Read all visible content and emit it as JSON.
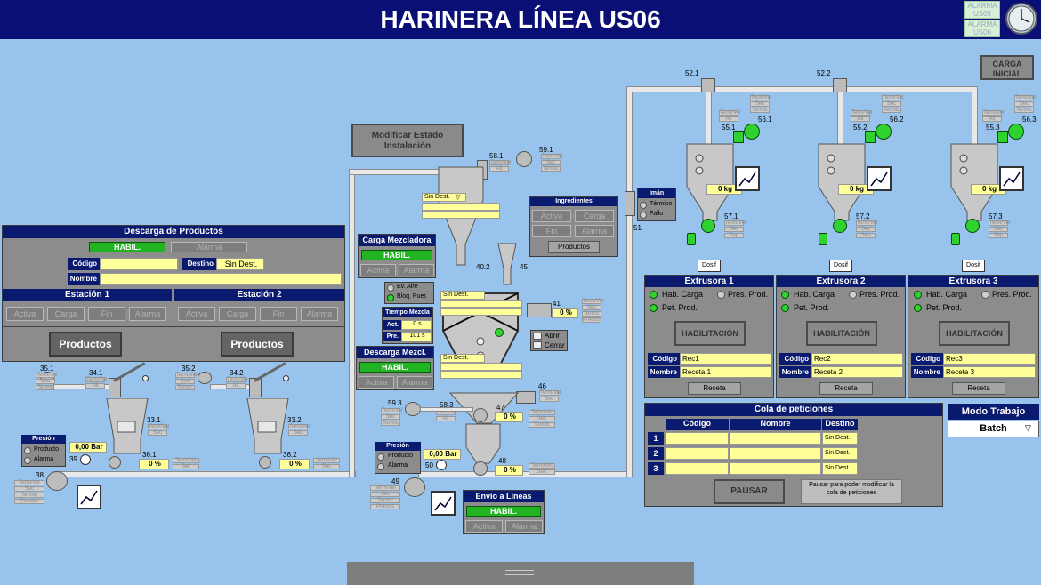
{
  "title": "HARINERA LÍNEA US06",
  "alarms": [
    "ALARMA US05",
    "ALARMA US06"
  ],
  "carga_inicial": "CARGA INICIAL",
  "modificar": "Modificar Estado Instalación",
  "descarga": {
    "title": "Descarga de Productos",
    "habil": "HABIL.",
    "alarma": "Alarma",
    "codigo_label": "Código",
    "destino_label": "Destino",
    "destino_value": "Sin Dest.",
    "nombre_label": "Nombre"
  },
  "estacion1": {
    "title": "Estación 1",
    "btns": [
      "Activa",
      "Carga",
      "Fin",
      "Alarma"
    ],
    "productos": "Productos"
  },
  "estacion2": {
    "title": "Estación 2",
    "btns": [
      "Activa",
      "Carga",
      "Fin",
      "Alarma"
    ],
    "productos": "Productos"
  },
  "presion1": {
    "title": "Presión",
    "items": [
      "Producto",
      "Alarma"
    ],
    "bar": "0,00 Bar"
  },
  "tags": {
    "t35_1": "35.1",
    "t34_1": "34.1",
    "t35_2": "35.2",
    "t34_2": "34.2",
    "t33_1": "33.1",
    "t33_2": "33.2",
    "t36_1": "36.1",
    "t36_2": "36.2",
    "t38": "38",
    "t39": "39",
    "t58_1": "58.1",
    "t59_1": "59.1",
    "t40_2": "40.2",
    "t45": "45",
    "t41": "41",
    "t46": "46",
    "t47": "47",
    "t59_3": "59.3",
    "t58_3": "58.3",
    "t48": "48",
    "t49": "49",
    "t50": "50",
    "t51": "51",
    "t52_1": "52.1",
    "t52_2": "52.2",
    "t56_1": "56.1",
    "t56_2": "56.2",
    "t56_3": "56.3",
    "t55_1": "55.1",
    "t55_2": "55.2",
    "t55_3": "55.3",
    "t57_1": "57.1",
    "t57_2": "57.2",
    "t57_3": "57.3"
  },
  "pct": {
    "p36_1": "0 %",
    "p36_2": "0 %",
    "p41": "0 %",
    "p47": "0 %",
    "p48": "0 %"
  },
  "sin_dest": "Sin Dest.",
  "ingredientes": {
    "title": "Ingredientes",
    "btns": [
      "Activa",
      "Carga",
      "Fin",
      "Alarma"
    ],
    "productos": "Productos"
  },
  "carga_mez": {
    "title": "Carga Mezcladora",
    "habil": "HABIL.",
    "btns": [
      "Activa",
      "Alarma"
    ]
  },
  "mez_status": [
    "Ev. Aire",
    "Bloq. Puer."
  ],
  "tiempo": {
    "title": "Tiempo Mezcla",
    "act_label": "Act.",
    "act": "0 s",
    "pre_label": "Pre.",
    "pre": "101 s"
  },
  "desc_mez": {
    "title": "Descarga Mezcl.",
    "habil": "HABIL.",
    "btns": [
      "Activa",
      "Alarma"
    ]
  },
  "valve": [
    "Abrir",
    "Cerrar"
  ],
  "presion2": {
    "title": "Presión",
    "items": [
      "Producto",
      "Alarma"
    ],
    "bar": "0,00 Bar"
  },
  "envio": {
    "title": "Envío a Líneas",
    "habil": "HABIL.",
    "btns": [
      "Activa",
      "Alarma"
    ]
  },
  "iman": {
    "title": "Imán",
    "items": [
      "Térmico",
      "Fallo"
    ]
  },
  "kg": "0 kg",
  "dosif": "Dosif",
  "extrusoras": [
    {
      "title": "Extrusora 1",
      "hab": "Hab. Carga",
      "pres": "Pres. Prod.",
      "pet": "Pet. Prod.",
      "habil": "HABILITACIÓN",
      "codigo_label": "Código",
      "codigo": "Rec1",
      "nombre_label": "Nombre",
      "nombre": "Receta 1",
      "receta": "Receta"
    },
    {
      "title": "Extrusora 2",
      "hab": "Hab. Carga",
      "pres": "Pres. Prod.",
      "pet": "Pet. Prod.",
      "habil": "HABILITACIÓN",
      "codigo_label": "Código",
      "codigo": "Rec2",
      "nombre_label": "Nombre",
      "nombre": "Receta 2",
      "receta": "Receta"
    },
    {
      "title": "Extrusora 3",
      "hab": "Hab. Carga",
      "pres": "Pres. Prod.",
      "pet": "Pet. Prod.",
      "habil": "HABILITACIÓN",
      "codigo_label": "Código",
      "codigo": "Rec3",
      "nombre_label": "Nombre",
      "nombre": "Receta 3",
      "receta": "Receta"
    }
  ],
  "cola": {
    "title": "Cola de peticiones",
    "cols": [
      "Código",
      "Nombre",
      "Destino"
    ],
    "rows": [
      {
        "n": "1",
        "dest": "Sin Dest."
      },
      {
        "n": "2",
        "dest": "Sin Dest."
      },
      {
        "n": "3",
        "dest": "Sin Dest."
      }
    ],
    "pausar": "PAUSAR",
    "note": "Pausar para poder modificar la cola de peticiones"
  },
  "modo": {
    "title": "Modo Trabajo",
    "value": "Batch"
  },
  "mini_tags": {
    "a": "Term/Vel",
    "b": "Sec",
    "c": "Termic",
    "d": "Precios",
    "e": "Alt",
    "f": "Sep"
  }
}
